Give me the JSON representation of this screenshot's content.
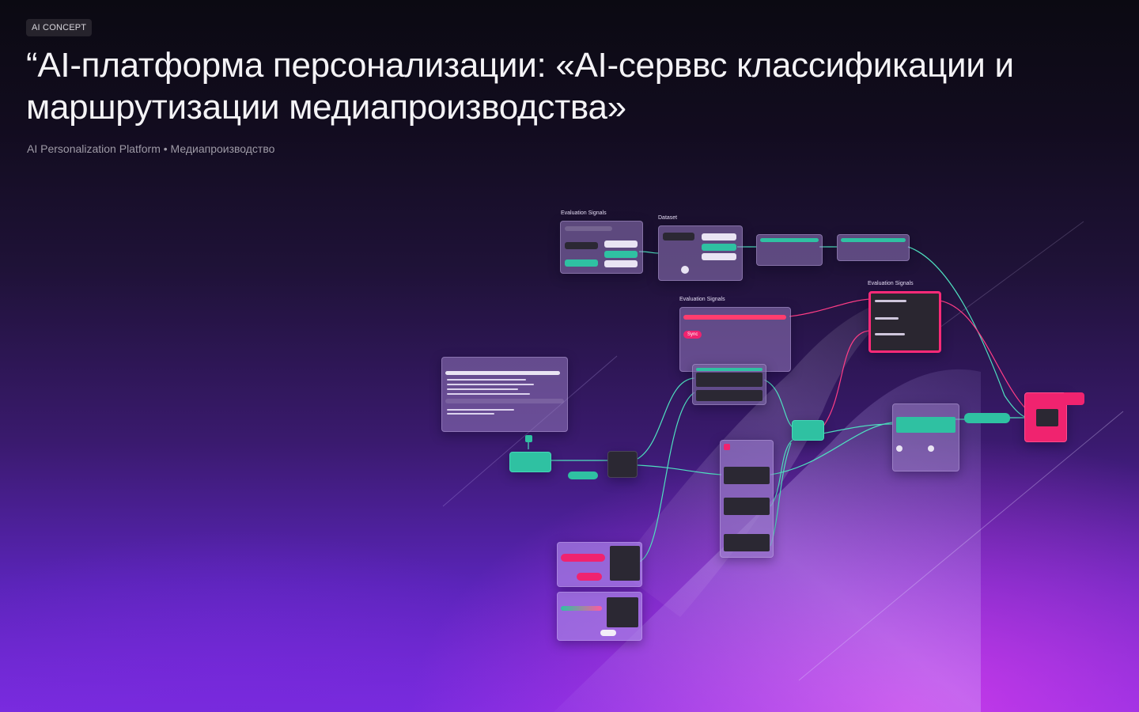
{
  "header": {
    "badge": "AI CONCEPT",
    "title": "“AI-платформа персонализации: «AI-серввс классификации и маршрутизации медиапроизводства»",
    "subtitle": "AI Personalization Platform • Медиапроизводство"
  },
  "diagram": {
    "labels": {
      "evaluation_signals_top": "Evaluation Signals",
      "dataset": "Dataset",
      "evaluation_signals_right": "Evaluation Signals",
      "evaluation_signals_mid": "Evaluation Signals"
    },
    "pills": {
      "pink_tag": "Sync"
    }
  },
  "colors": {
    "teal": "#2fc1a2",
    "pink": "#f0236f",
    "node": "#9478be",
    "dark_node": "#2b2833"
  }
}
